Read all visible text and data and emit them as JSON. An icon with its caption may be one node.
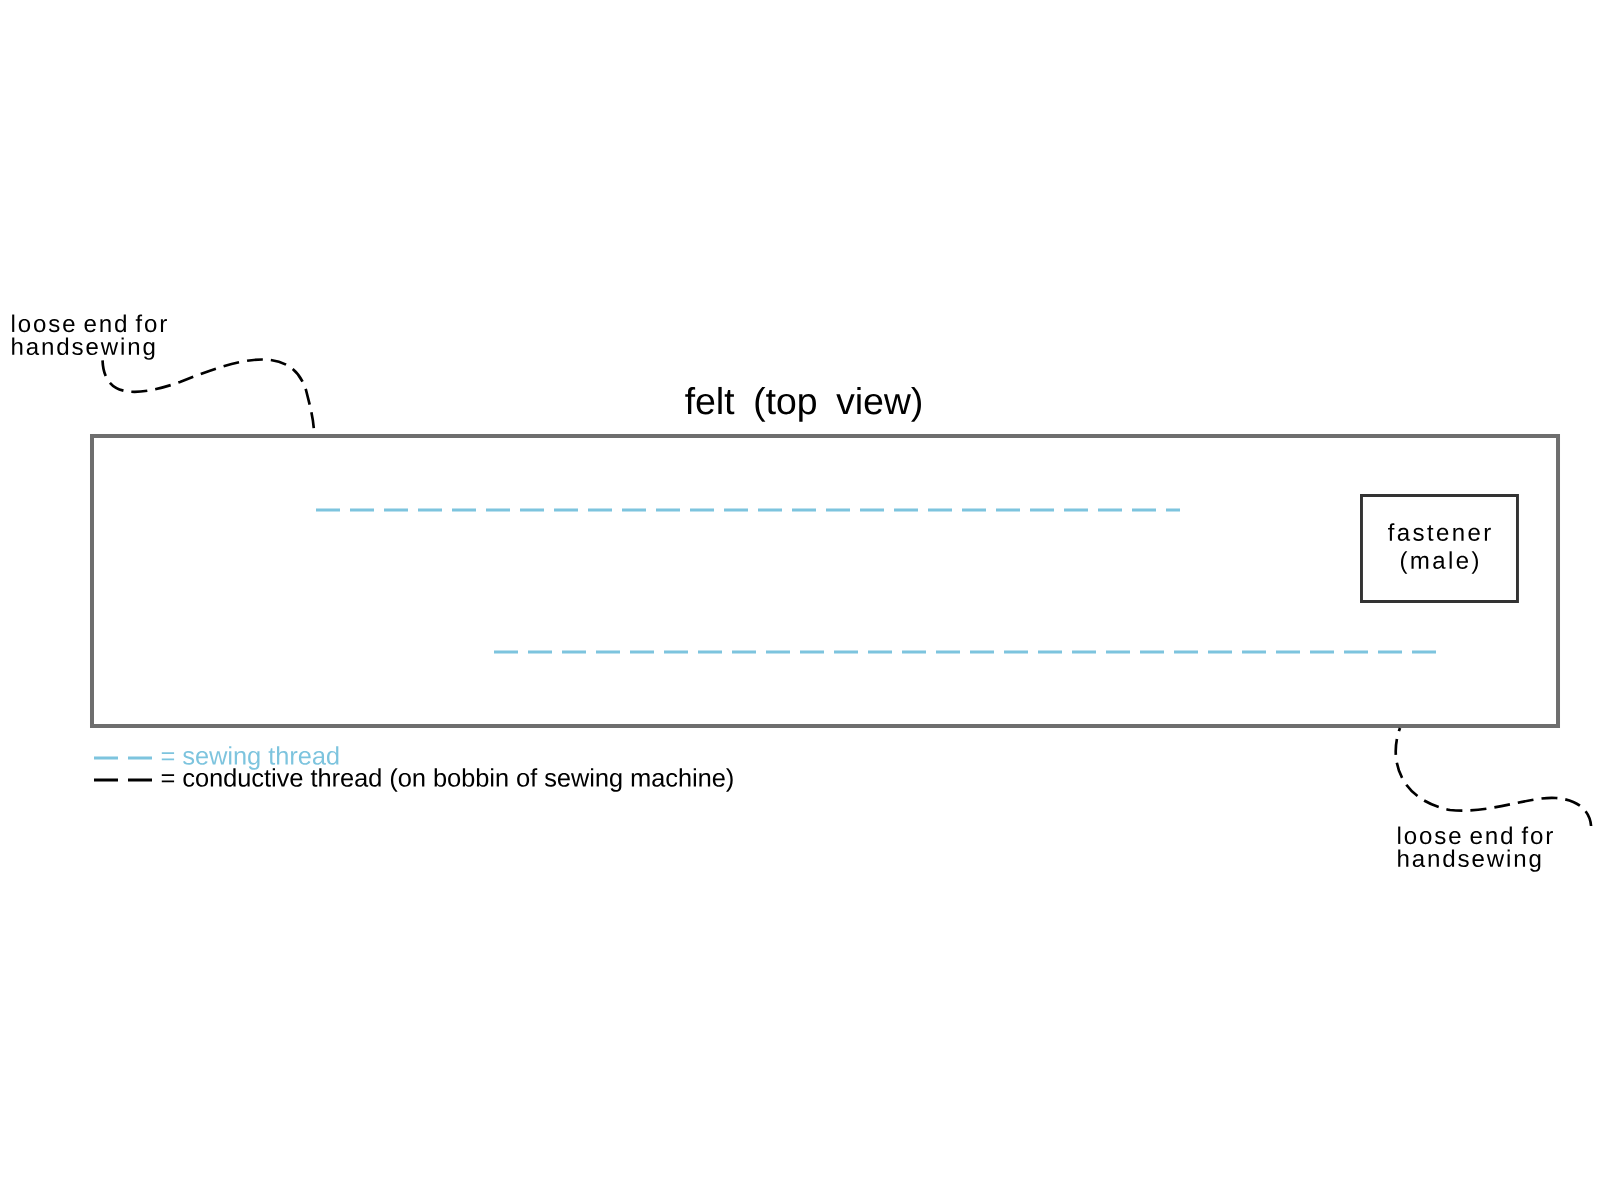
{
  "diagram": {
    "nodes": [
      {
        "text": [
          "felt (top view)"
        ]
      },
      {
        "text": [
          "fastener (male)"
        ],
        "in": 0
      },
      {
        "text": [
          "loose end for handsewing"
        ]
      },
      {
        "text": [
          "loose end for handsewing"
        ]
      }
    ],
    "edges": [
      {
        "from": 2,
        "to": 0,
        "arrow": "none",
        "style": "dashed"
      },
      {
        "from": 3,
        "to": 0,
        "arrow": "none",
        "style": "dashed"
      }
    ],
    "legend": [
      {
        "text": "= sewing thread",
        "color": "#7dc4de"
      },
      {
        "text": "= conductive thread (on bobbin of sewing machine)",
        "color": "#000000"
      }
    ]
  }
}
